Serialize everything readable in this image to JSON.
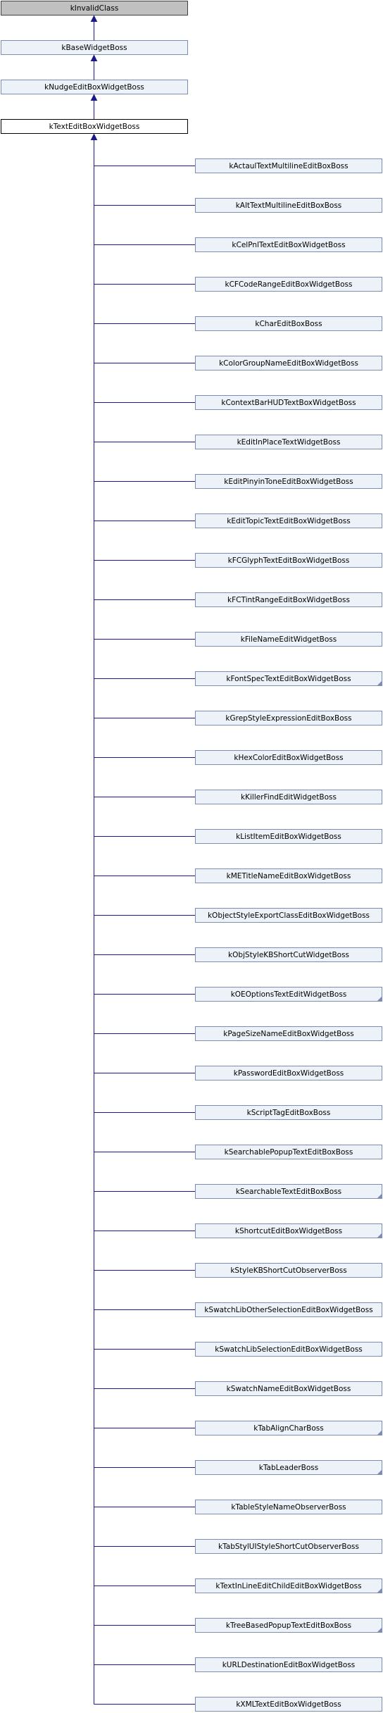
{
  "colors": {
    "line": "#1a1a8c",
    "node_border": "#7b8cb6",
    "node_fill": "#edf1f8",
    "root_fill": "#c0c0c0",
    "root_border": "#404040",
    "current_fill": "#ffffff",
    "current_border": "#000000"
  },
  "ancestors": [
    {
      "label": "kInvalidClass",
      "style": "root"
    },
    {
      "label": "kBaseWidgetBoss",
      "style": "link"
    },
    {
      "label": "kNudgeEditBoxWidgetBoss",
      "style": "link"
    }
  ],
  "current": {
    "label": "kTextEditBoxWidgetBoss"
  },
  "children": [
    {
      "label": "kActaulTextMultilineEditBoxBoss",
      "has_more": false
    },
    {
      "label": "kAltTextMultilineEditBoxBoss",
      "has_more": false
    },
    {
      "label": "kCelPnlTextEditBoxWidgetBoss",
      "has_more": false
    },
    {
      "label": "kCFCodeRangeEditBoxWidgetBoss",
      "has_more": false
    },
    {
      "label": "kCharEditBoxBoss",
      "has_more": false
    },
    {
      "label": "kColorGroupNameEditBoxWidgetBoss",
      "has_more": false
    },
    {
      "label": "kContextBarHUDTextBoxWidgetBoss",
      "has_more": false
    },
    {
      "label": "kEditInPlaceTextWidgetBoss",
      "has_more": false
    },
    {
      "label": "kEditPinyinToneEditBoxWidgetBoss",
      "has_more": false
    },
    {
      "label": "kEditTopicTextEditBoxWidgetBoss",
      "has_more": false
    },
    {
      "label": "kFCGlyphTextEditBoxWidgetBoss",
      "has_more": false
    },
    {
      "label": "kFCTintRangeEditBoxWidgetBoss",
      "has_more": false
    },
    {
      "label": "kFileNameEditWidgetBoss",
      "has_more": false
    },
    {
      "label": "kFontSpecTextEditBoxWidgetBoss",
      "has_more": true
    },
    {
      "label": "kGrepStyleExpressionEditBoxBoss",
      "has_more": false
    },
    {
      "label": "kHexColorEditBoxWidgetBoss",
      "has_more": false
    },
    {
      "label": "kKillerFindEditWidgetBoss",
      "has_more": false
    },
    {
      "label": "kListItemEditBoxWidgetBoss",
      "has_more": false
    },
    {
      "label": "kMETitleNameEditBoxWidgetBoss",
      "has_more": false
    },
    {
      "label": "kObjectStyleExportClassEditBoxWidgetBoss",
      "has_more": false
    },
    {
      "label": "kObjStyleKBShortCutWidgetBoss",
      "has_more": false
    },
    {
      "label": "kOEOptionsTextEditWidgetBoss",
      "has_more": true
    },
    {
      "label": "kPageSizeNameEditBoxWidgetBoss",
      "has_more": false
    },
    {
      "label": "kPasswordEditBoxWidgetBoss",
      "has_more": false
    },
    {
      "label": "kScriptTagEditBoxBoss",
      "has_more": false
    },
    {
      "label": "kSearchablePopupTextEditBoxBoss",
      "has_more": false
    },
    {
      "label": "kSearchableTextEditBoxBoss",
      "has_more": true
    },
    {
      "label": "kShortcutEditBoxWidgetBoss",
      "has_more": true
    },
    {
      "label": "kStyleKBShortCutObserverBoss",
      "has_more": false
    },
    {
      "label": "kSwatchLibOtherSelectionEditBoxWidgetBoss",
      "has_more": false
    },
    {
      "label": "kSwatchLibSelectionEditBoxWidgetBoss",
      "has_more": false
    },
    {
      "label": "kSwatchNameEditBoxWidgetBoss",
      "has_more": false
    },
    {
      "label": "kTabAlignCharBoss",
      "has_more": true
    },
    {
      "label": "kTabLeaderBoss",
      "has_more": true
    },
    {
      "label": "kTableStyleNameObserverBoss",
      "has_more": false
    },
    {
      "label": "kTabStylUIStyleShortCutObserverBoss",
      "has_more": false
    },
    {
      "label": "kTextInLineEditChildEditBoxWidgetBoss",
      "has_more": true
    },
    {
      "label": "kTreeBasedPopupTextEditBoxBoss",
      "has_more": true
    },
    {
      "label": "kURLDestinationEditBoxWidgetBoss",
      "has_more": false
    },
    {
      "label": "kXMLTextEditBoxWidgetBoss",
      "has_more": false
    }
  ]
}
